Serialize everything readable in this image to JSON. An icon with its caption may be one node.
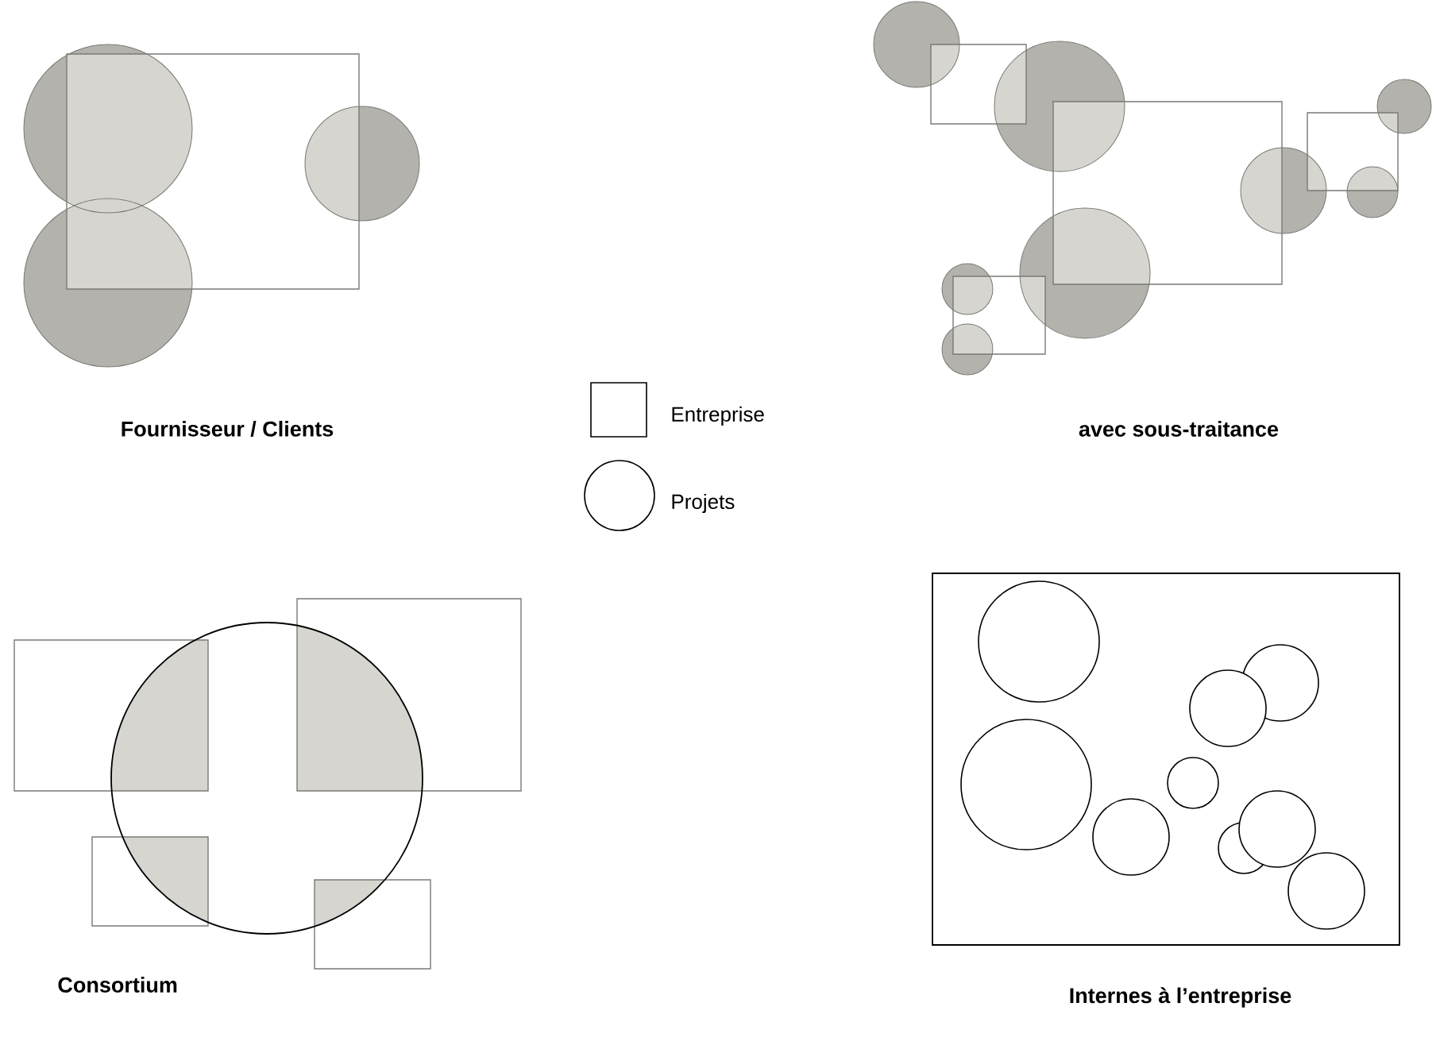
{
  "diagram": {
    "labels": [
      "Fournisseur / Clients",
      "avec sous-traitance",
      "Consortium",
      "Internes à l’entreprise"
    ],
    "legend": [
      {
        "text": "Entreprise"
      },
      {
        "text": "Projets"
      }
    ]
  }
}
